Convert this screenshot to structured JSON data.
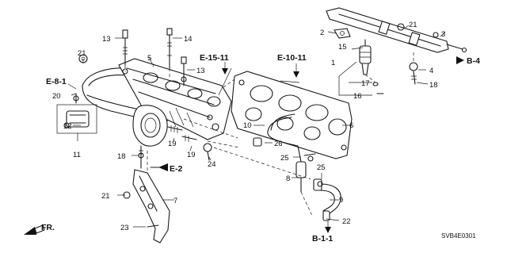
{
  "diagram_code": "SVB4E0301",
  "front_label": "FR.",
  "references": {
    "e81": "E-8-1",
    "e1511": "E-15-11",
    "e1011": "E-10-11",
    "e2": "E-2",
    "b4": "B-4",
    "b11": "B-1-1"
  },
  "callouts": [
    "1",
    "2",
    "3",
    "4",
    "5",
    "6",
    "7",
    "8",
    "9",
    "10",
    "11",
    "12",
    "13",
    "13",
    "14",
    "15",
    "16",
    "17",
    "18",
    "18",
    "19",
    "19",
    "20",
    "21",
    "21",
    "21",
    "22",
    "23",
    "24",
    "25",
    "25",
    "26"
  ]
}
